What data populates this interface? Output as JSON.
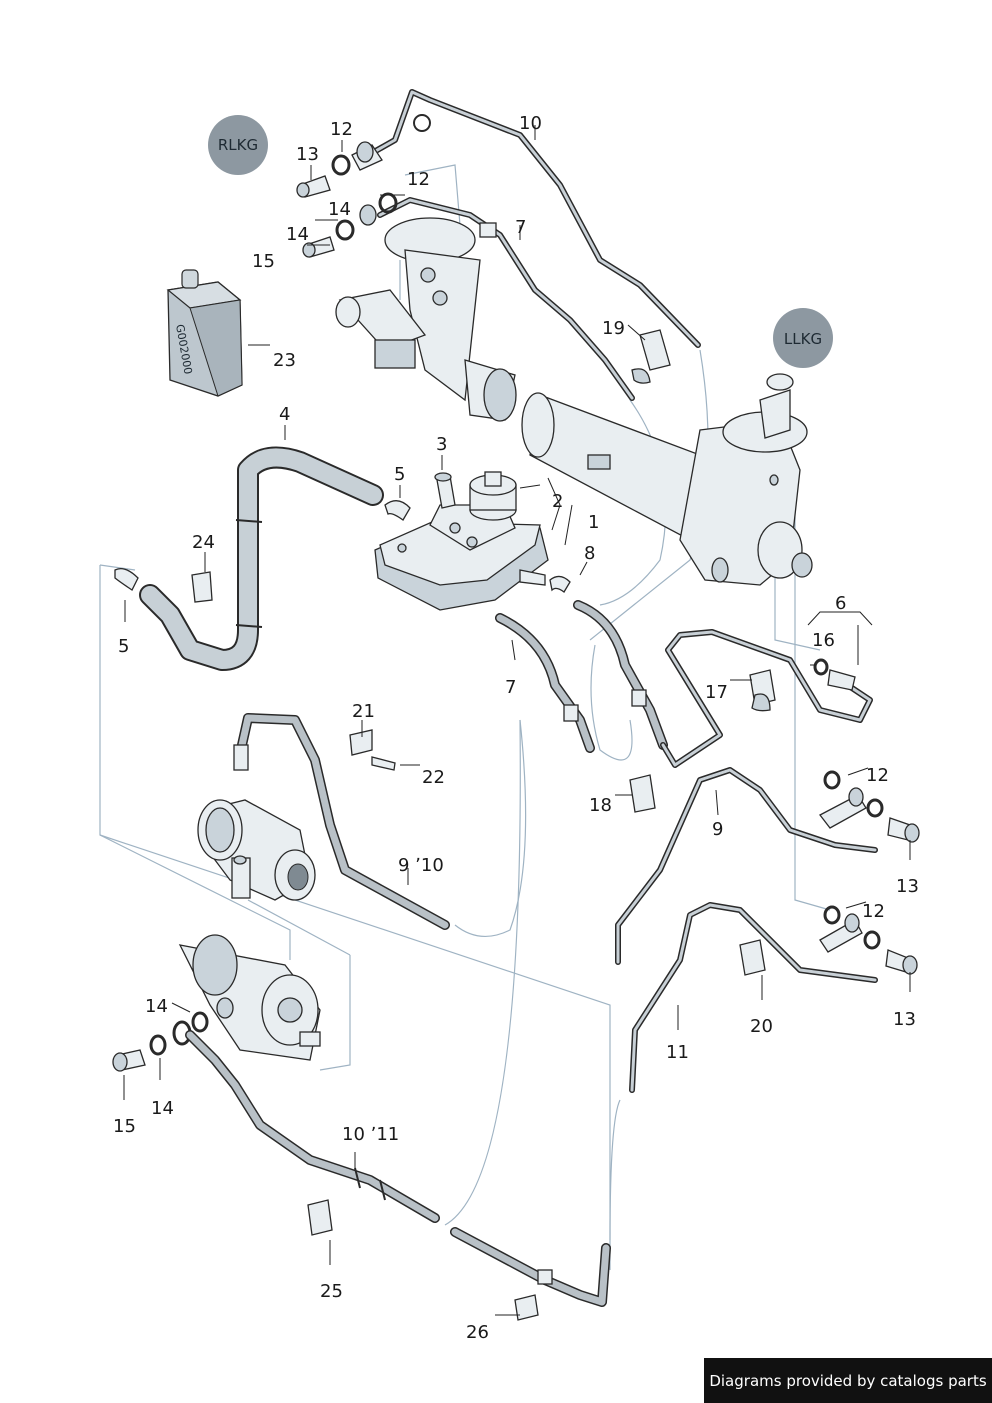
{
  "badges": {
    "rlkg": "RLKG",
    "llkg": "LLKG"
  },
  "container_text": "G002000",
  "callouts": {
    "c1": "1",
    "c2": "2",
    "c3": "3",
    "c4": "4",
    "c5a": "5",
    "c5b": "5",
    "c6": "6",
    "c7a": "7",
    "c7b": "7",
    "c8": "8",
    "c9a": "9",
    "c9b": "9 ʼ10",
    "c10": "10",
    "c10_11": "10 ʼ11",
    "c11": "11",
    "c12a": "12",
    "c12b": "12",
    "c12c": "12",
    "c12d": "12",
    "c13a": "13",
    "c13b": "13",
    "c13c": "13",
    "c14a": "14",
    "c14b": "14",
    "c14c": "14",
    "c14d": "14",
    "c15a": "15",
    "c15b": "15",
    "c16": "16",
    "c17": "17",
    "c18": "18",
    "c19": "19",
    "c20": "20",
    "c21": "21",
    "c22": "22",
    "c23": "23",
    "c24": "24",
    "c25": "25",
    "c26": "26"
  },
  "footer": "Diagrams provided by catalogs parts"
}
